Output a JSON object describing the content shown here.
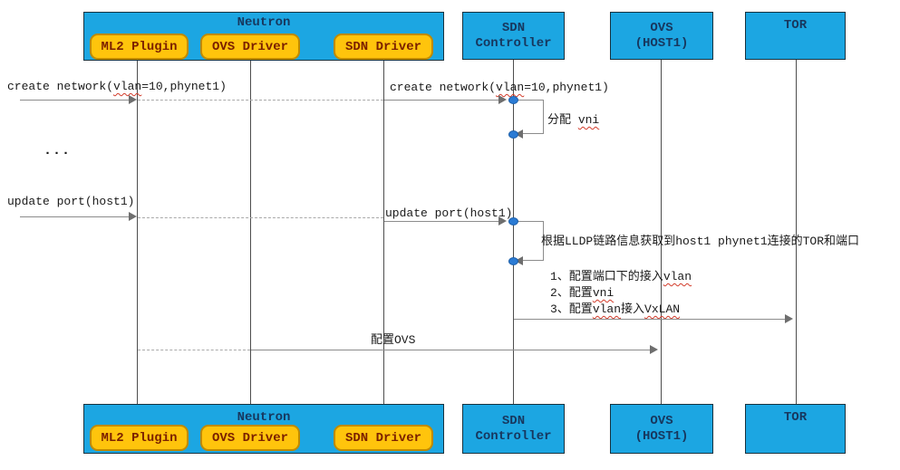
{
  "diagram": {
    "participants": {
      "neutron": {
        "label": "Neutron",
        "children": [
          {
            "label": "ML2 Plugin"
          },
          {
            "label": "OVS Driver"
          },
          {
            "label": "SDN Driver"
          }
        ]
      },
      "sdn_controller": {
        "line1": "SDN",
        "line2": "Controller"
      },
      "ovs_host1": {
        "line1": "OVS",
        "line2": "(HOST1)"
      },
      "tor": {
        "label": "TOR"
      }
    },
    "messages": {
      "create_network_1": "create network(vlan=10,phynet1)",
      "create_network_2": "create network(vlan=10,phynet1)",
      "assign_vni": "分配 vni",
      "ellipsis": "...",
      "update_port_1": "update port(host1)",
      "update_port_2": "update port(host1)",
      "lldp_note": "根据LLDP链路信息获取到host1 phynet1连接的TOR和端口",
      "steps": [
        "1、配置端口下的接入vlan",
        "2、配置vni",
        "3、配置vlan接入VxLAN"
      ],
      "config_ovs": "配置OVS"
    },
    "wavy_tokens": [
      "vlan",
      "vni",
      "VxLAN"
    ],
    "colors": {
      "participant_fill": "#1CA6E2",
      "participant_text": "#17375E",
      "subbox_fill": "#FFC40C",
      "subbox_border": "#c08a00",
      "subbox_text": "#7B2000",
      "line_gray": "#8c8c8c",
      "lifeline": "#4d4d4d",
      "activation_dot": "#2b7bd4",
      "spellcheck_underline": "#d23b2a"
    }
  }
}
